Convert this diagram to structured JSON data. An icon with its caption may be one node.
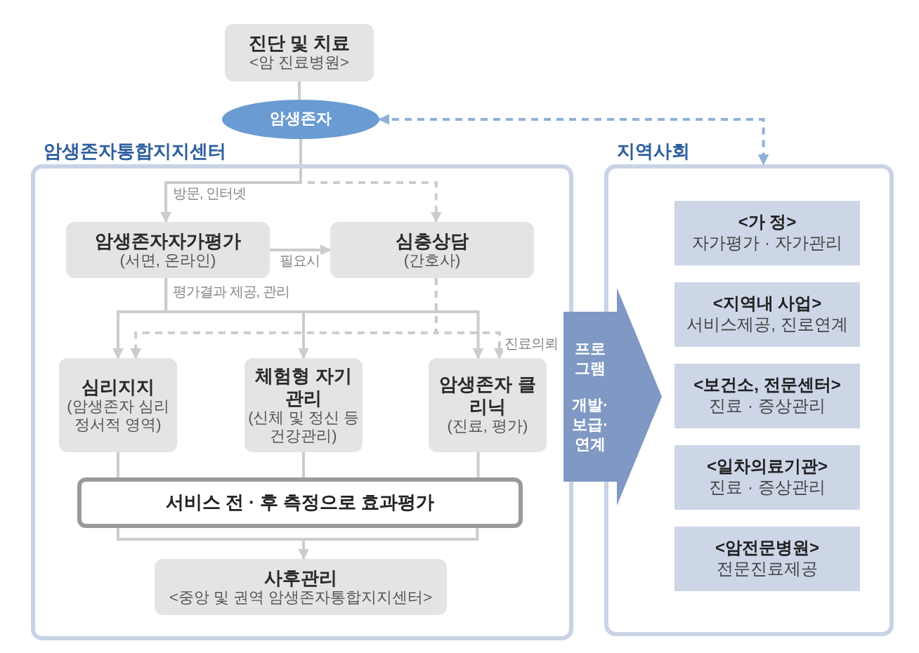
{
  "diagram": {
    "nodes": [
      {
        "text": [
          "진단 및 치료",
          "<암 진료병원>"
        ]
      },
      {
        "text": [
          "암생존자"
        ]
      },
      {
        "text": [
          "암생존자통합지지센터"
        ]
      },
      {
        "text": [
          "암생존자자가평가",
          "(서면, 온라인)"
        ],
        "in": 2
      },
      {
        "text": [
          "심층상담",
          "(간호사)"
        ],
        "in": 2
      },
      {
        "text": [
          "심리지지",
          "(암생존자 심리정서적 영역)"
        ],
        "in": 2
      },
      {
        "text": [
          "체험형 자기관리",
          "(신체 및 정신 등 건강관리)"
        ],
        "in": 2
      },
      {
        "text": [
          "암생존자 클리닉",
          "(진료, 평가)"
        ],
        "in": 2
      },
      {
        "text": [
          "서비스 전 · 후 측정으로 효과평가"
        ],
        "in": 2
      },
      {
        "text": [
          "사후관리",
          "<중앙 및 권역 암생존자통합지지센터>"
        ],
        "in": 2
      },
      {
        "text": [
          "지역사회"
        ]
      },
      {
        "text": [
          "<가 정>",
          "자가평가 · 자가관리"
        ],
        "in": 10
      },
      {
        "text": [
          "<지역내 사업>",
          "서비스제공, 진로연계"
        ],
        "in": 10
      },
      {
        "text": [
          "<보건소, 전문센터>",
          "진료 · 증상관리"
        ],
        "in": 10
      },
      {
        "text": [
          "<일차의료기관>",
          "진료 · 증상관리"
        ],
        "in": 10
      },
      {
        "text": [
          "<암전문병원>",
          "전문진료제공"
        ],
        "in": 10
      },
      {
        "text": [
          "프로그램",
          "개발·보급·연계"
        ]
      }
    ],
    "edges": [
      {
        "from": 0,
        "to": 1,
        "arrow": "none"
      },
      {
        "from": 1,
        "to": 3,
        "arrow": "to",
        "label": "방문, 인터넷"
      },
      {
        "from": 1,
        "to": 4,
        "arrow": "to",
        "style": "dashed"
      },
      {
        "from": 3,
        "to": 4,
        "arrow": "to",
        "label": "필요시"
      },
      {
        "from": 3,
        "to": 5,
        "arrow": "to",
        "label": "평가결과 제공, 관리"
      },
      {
        "from": 3,
        "to": 6,
        "arrow": "to"
      },
      {
        "from": 3,
        "to": 7,
        "arrow": "to"
      },
      {
        "from": 4,
        "to": 5,
        "arrow": "to",
        "style": "dashed"
      },
      {
        "from": 4,
        "to": 7,
        "arrow": "to",
        "style": "dashed",
        "label": "진료의뢰"
      },
      {
        "from": 5,
        "to": 8,
        "arrow": "none"
      },
      {
        "from": 6,
        "to": 8,
        "arrow": "none"
      },
      {
        "from": 7,
        "to": 8,
        "arrow": "none"
      },
      {
        "from": 8,
        "to": 9,
        "arrow": "to"
      },
      {
        "from": 1,
        "to": 10,
        "arrow": "both",
        "style": "dashed",
        "color": "#8fb0d8"
      }
    ]
  }
}
